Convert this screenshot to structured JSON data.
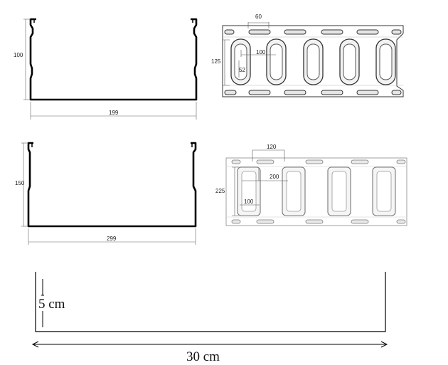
{
  "tray1": {
    "height_label": "100",
    "width_label": "199",
    "perf": {
      "pitch_label": "60",
      "slot_width_label": "100",
      "strip_height_label": "125",
      "slot_inner_label": "52"
    }
  },
  "tray2": {
    "height_label": "150",
    "width_label": "299",
    "perf": {
      "pitch_label": "120",
      "slot_height_label": "200",
      "strip_height_label": "225",
      "slot_width_label": "100"
    }
  },
  "tray3": {
    "height_label": "5 cm",
    "width_label": "30 cm"
  }
}
